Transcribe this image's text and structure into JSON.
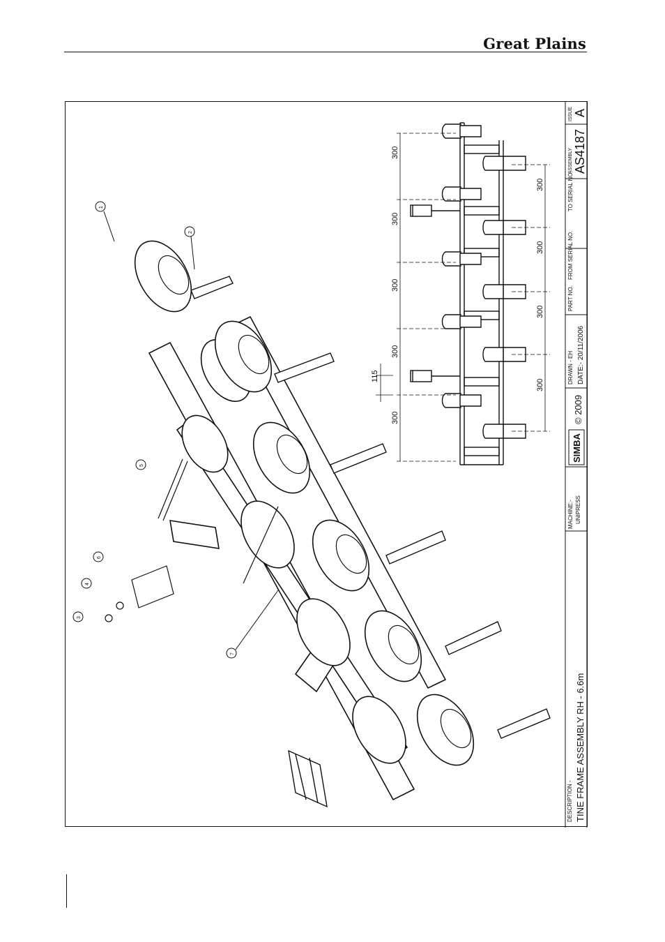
{
  "header": {
    "brand": "Great Plains"
  },
  "title_block": {
    "description_label": "DESCRIPTION -",
    "description": "TINE FRAME ASSEMBLY RH - 6.6m",
    "machine_label": "MACHINE:-",
    "machine": "UNIPRESS",
    "logo_text": "SIMBA",
    "copyright": "© 2009",
    "drawn": "DRAWN - EH",
    "date": "DATE:- 20/11/2006",
    "part_no_label": "PART NO.",
    "from_serial_label": "FROM SERIAL NO.",
    "to_serial_label": "TO SERIAL NO.",
    "assembly_label": "ASSEMBLY",
    "assembly": "AS4187",
    "issue_label": "ISSUE",
    "issue": "A"
  },
  "balloons": [
    "1",
    "2",
    "3",
    "4",
    "5",
    "6",
    "7"
  ],
  "dimensions": {
    "upper": [
      "300",
      "300",
      "300",
      "300",
      "300"
    ],
    "lower": [
      "300",
      "300",
      "300",
      "300"
    ],
    "offset": "115"
  }
}
